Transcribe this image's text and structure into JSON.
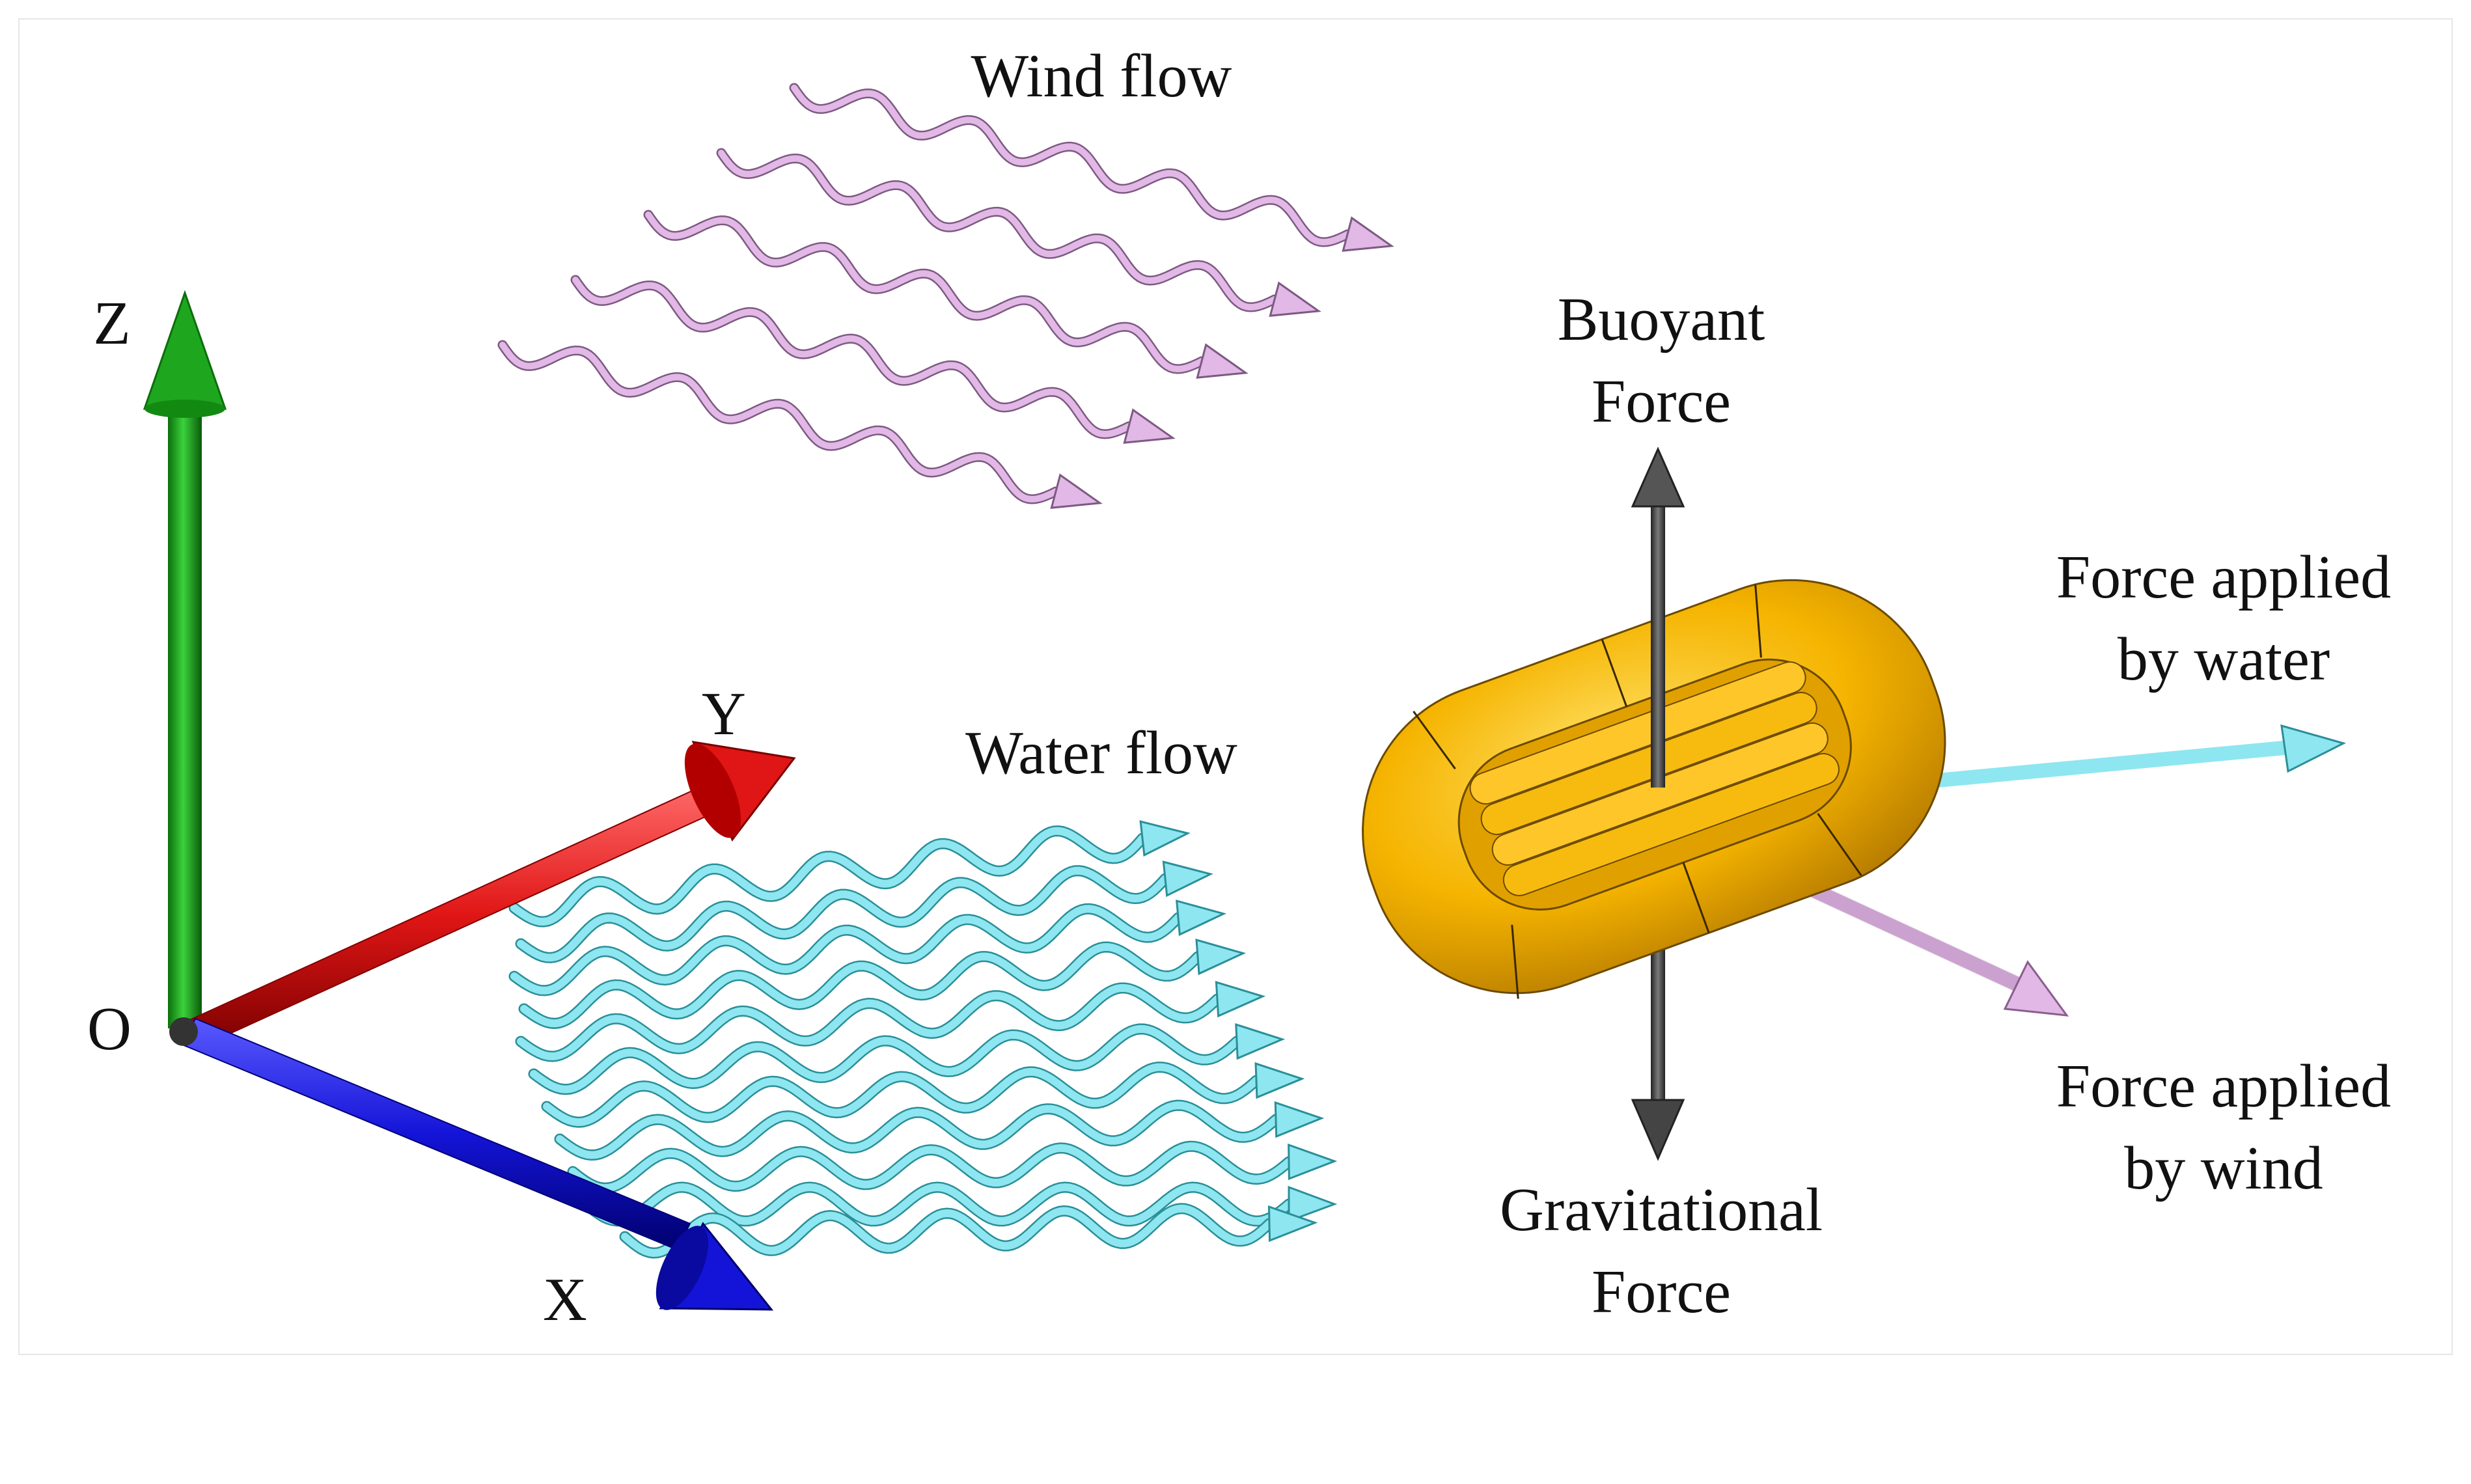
{
  "labels": {
    "wind_flow": "Wind flow",
    "water_flow": "Water flow",
    "axis_z": "Z",
    "axis_y": "Y",
    "axis_x": "X",
    "origin": "O",
    "buoyant_line1": "Buoyant",
    "buoyant_line2": "Force",
    "gravitational_line1": "Gravitational",
    "gravitational_line2": "Force",
    "water_force_line1": "Force applied",
    "water_force_line2": "by water",
    "wind_force_line1": "Force applied",
    "wind_force_line2": "by wind"
  },
  "colors": {
    "axis_z": "#1fa61f",
    "axis_y": "#e01515",
    "axis_x": "#1414d8",
    "wind": "#e2b8e6",
    "water": "#8ee6f0",
    "boat": "#f5b400",
    "force_vertical": "#4a4a4a",
    "force_water": "#8ee6f0",
    "force_wind": "#e2b8e6"
  }
}
